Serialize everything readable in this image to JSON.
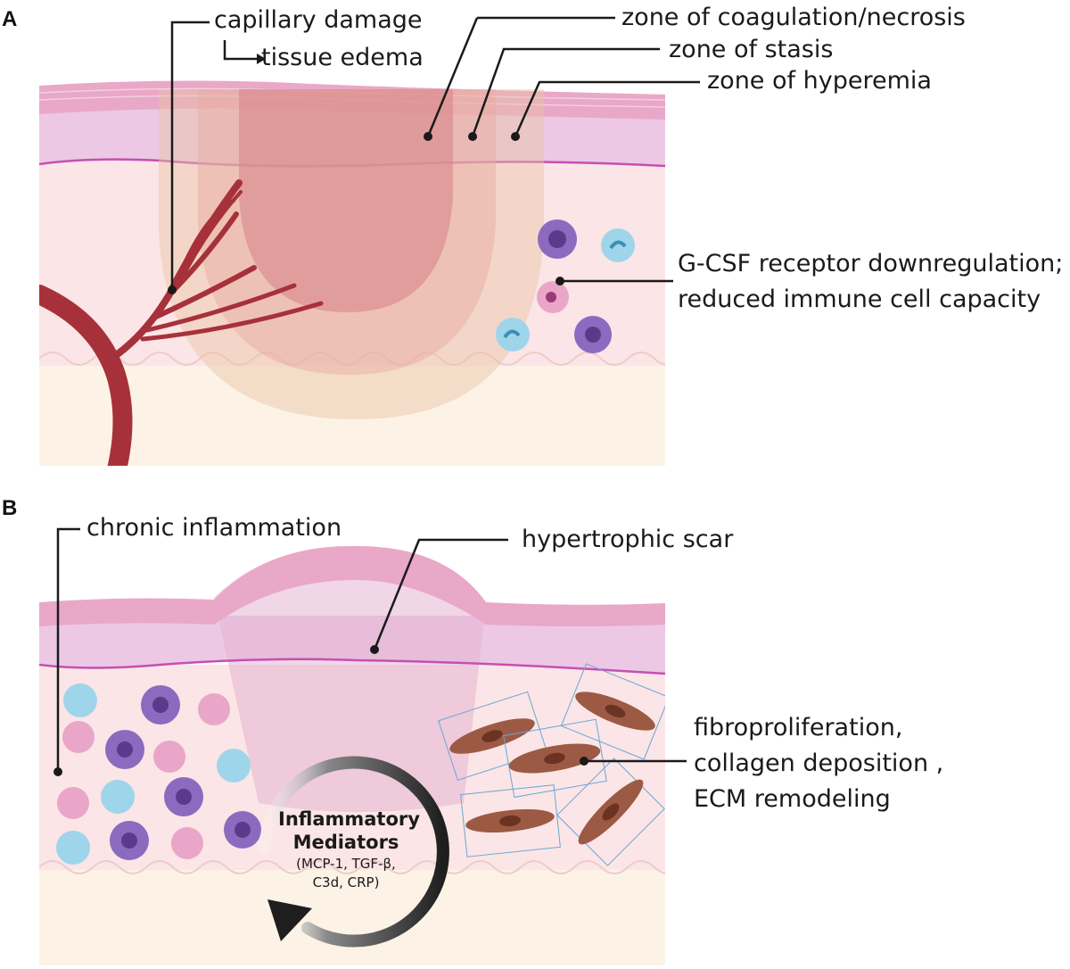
{
  "panels": [
    {
      "letter": "A",
      "labels": {
        "capillary_damage": "capillary damage",
        "tissue_edema": "tissue edema",
        "zone_coagulation": "zone of coagulation/necrosis",
        "zone_stasis": "zone of stasis",
        "zone_hyperemia": "zone of hyperemia",
        "gcsf_line1": "G-CSF receptor downregulation;",
        "gcsf_line2": "reduced immune cell capacity"
      }
    },
    {
      "letter": "B",
      "labels": {
        "chronic_inflammation": "chronic inflammation",
        "hypertrophic_scar": "hypertrophic scar",
        "fibro_line1": "fibroproliferation,",
        "fibro_line2": "collagen deposition ,",
        "fibro_line3": "ECM remodeling"
      },
      "cycle": {
        "title_line1": "Inflammatory",
        "title_line2": "Mediators",
        "sub_line1": "(MCP-1, TGF-β,",
        "sub_line2": "C3d, CRP)"
      }
    }
  ],
  "colors": {
    "epidermis_top": "#e9a8c8",
    "epidermis_mid": "#ecc8e4",
    "basement_line": "#c64fb3",
    "dermis": "#fbe5e6",
    "hypodermis": "#fcf3e6",
    "necrosis": "#d9858a",
    "stasis": "#e9a8a0",
    "hyperemia": "#e8c4a5",
    "vessel": "#a7313a",
    "neutrophil": "#e9a6c8",
    "macrophage": "#8b6bc0",
    "lymphocyte": "#9fd5ea",
    "fibroblast": "#9c5a44",
    "mesh": "#6aa6d6",
    "arrow": "#1e1e1e",
    "text": "#1a1a1a"
  }
}
